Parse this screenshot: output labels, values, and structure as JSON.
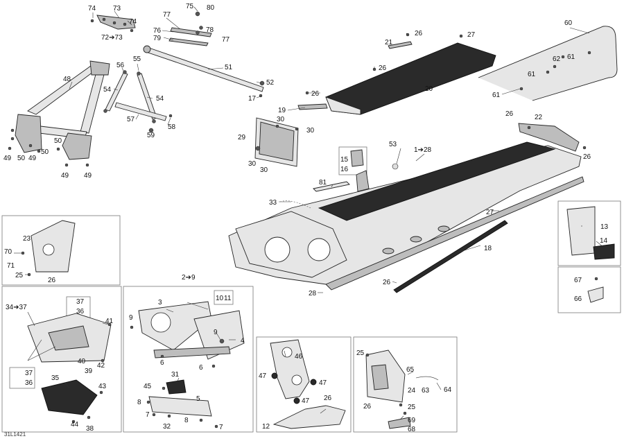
{
  "diagram_ref": "31L1421",
  "callouts": {
    "c1": "74",
    "c2": "73",
    "c3": "74",
    "c4": "72➔73",
    "c5": "75",
    "c6": "80",
    "c7": "77",
    "c8": "76",
    "c9": "78",
    "c10": "79",
    "c11": "77",
    "c12": "48",
    "c13": "56",
    "c14": "55",
    "c15": "54",
    "c16": "54",
    "c17": "57",
    "c18": "58",
    "c19": "59",
    "c20": "51",
    "c21": "52",
    "c22": "17",
    "c23": "49",
    "c24": "50",
    "c25": "49",
    "c26": "50",
    "c27": "50",
    "c28": "49",
    "c29": "49",
    "c30": "21",
    "c31": "26",
    "c32": "27",
    "c33": "26",
    "c34": "20",
    "c35": "26",
    "c36": "19",
    "c37": "60",
    "c38": "61",
    "c39": "62",
    "c40": "61",
    "c41": "61",
    "c42": "30",
    "c43": "30",
    "c44": "29",
    "c45": "30",
    "c46": "30",
    "c47": "26",
    "c48": "22",
    "c49": "26",
    "c50": "53",
    "c51": "1➔28",
    "c52": "15",
    "c53": "16",
    "c54": "81",
    "c55": "33",
    "c56": "27",
    "c57": "18",
    "c58": "26",
    "c59": "28",
    "c60": "23",
    "c61": "70",
    "c62": "71",
    "c63": "25",
    "c64": "26",
    "c65": "13",
    "c66": "14",
    "c67": "67",
    "c68": "66",
    "c69": "34➔37",
    "c70": "37",
    "c71": "36",
    "c72": "41",
    "c73": "40",
    "c74": "42",
    "c75": "39",
    "c76": "37",
    "c77": "36",
    "c78": "35",
    "c79": "43",
    "c80": "44",
    "c81": "38",
    "c82": "2➔9",
    "c83": "3",
    "c84": "10",
    "c85": "11",
    "c86": "9",
    "c87": "9",
    "c88": "4",
    "c89": "6",
    "c90": "6",
    "c91": "31",
    "c92": "45",
    "c93": "5",
    "c94": "8",
    "c95": "7",
    "c96": "32",
    "c97": "8",
    "c98": "7",
    "c99": "46",
    "c100": "47",
    "c101": "47",
    "c102": "47",
    "c103": "26",
    "c104": "12",
    "c105": "25",
    "c106": "65",
    "c107": "24",
    "c108": "63",
    "c109": "64",
    "c110": "26",
    "c111": "25",
    "c112": "69",
    "c113": "68"
  }
}
